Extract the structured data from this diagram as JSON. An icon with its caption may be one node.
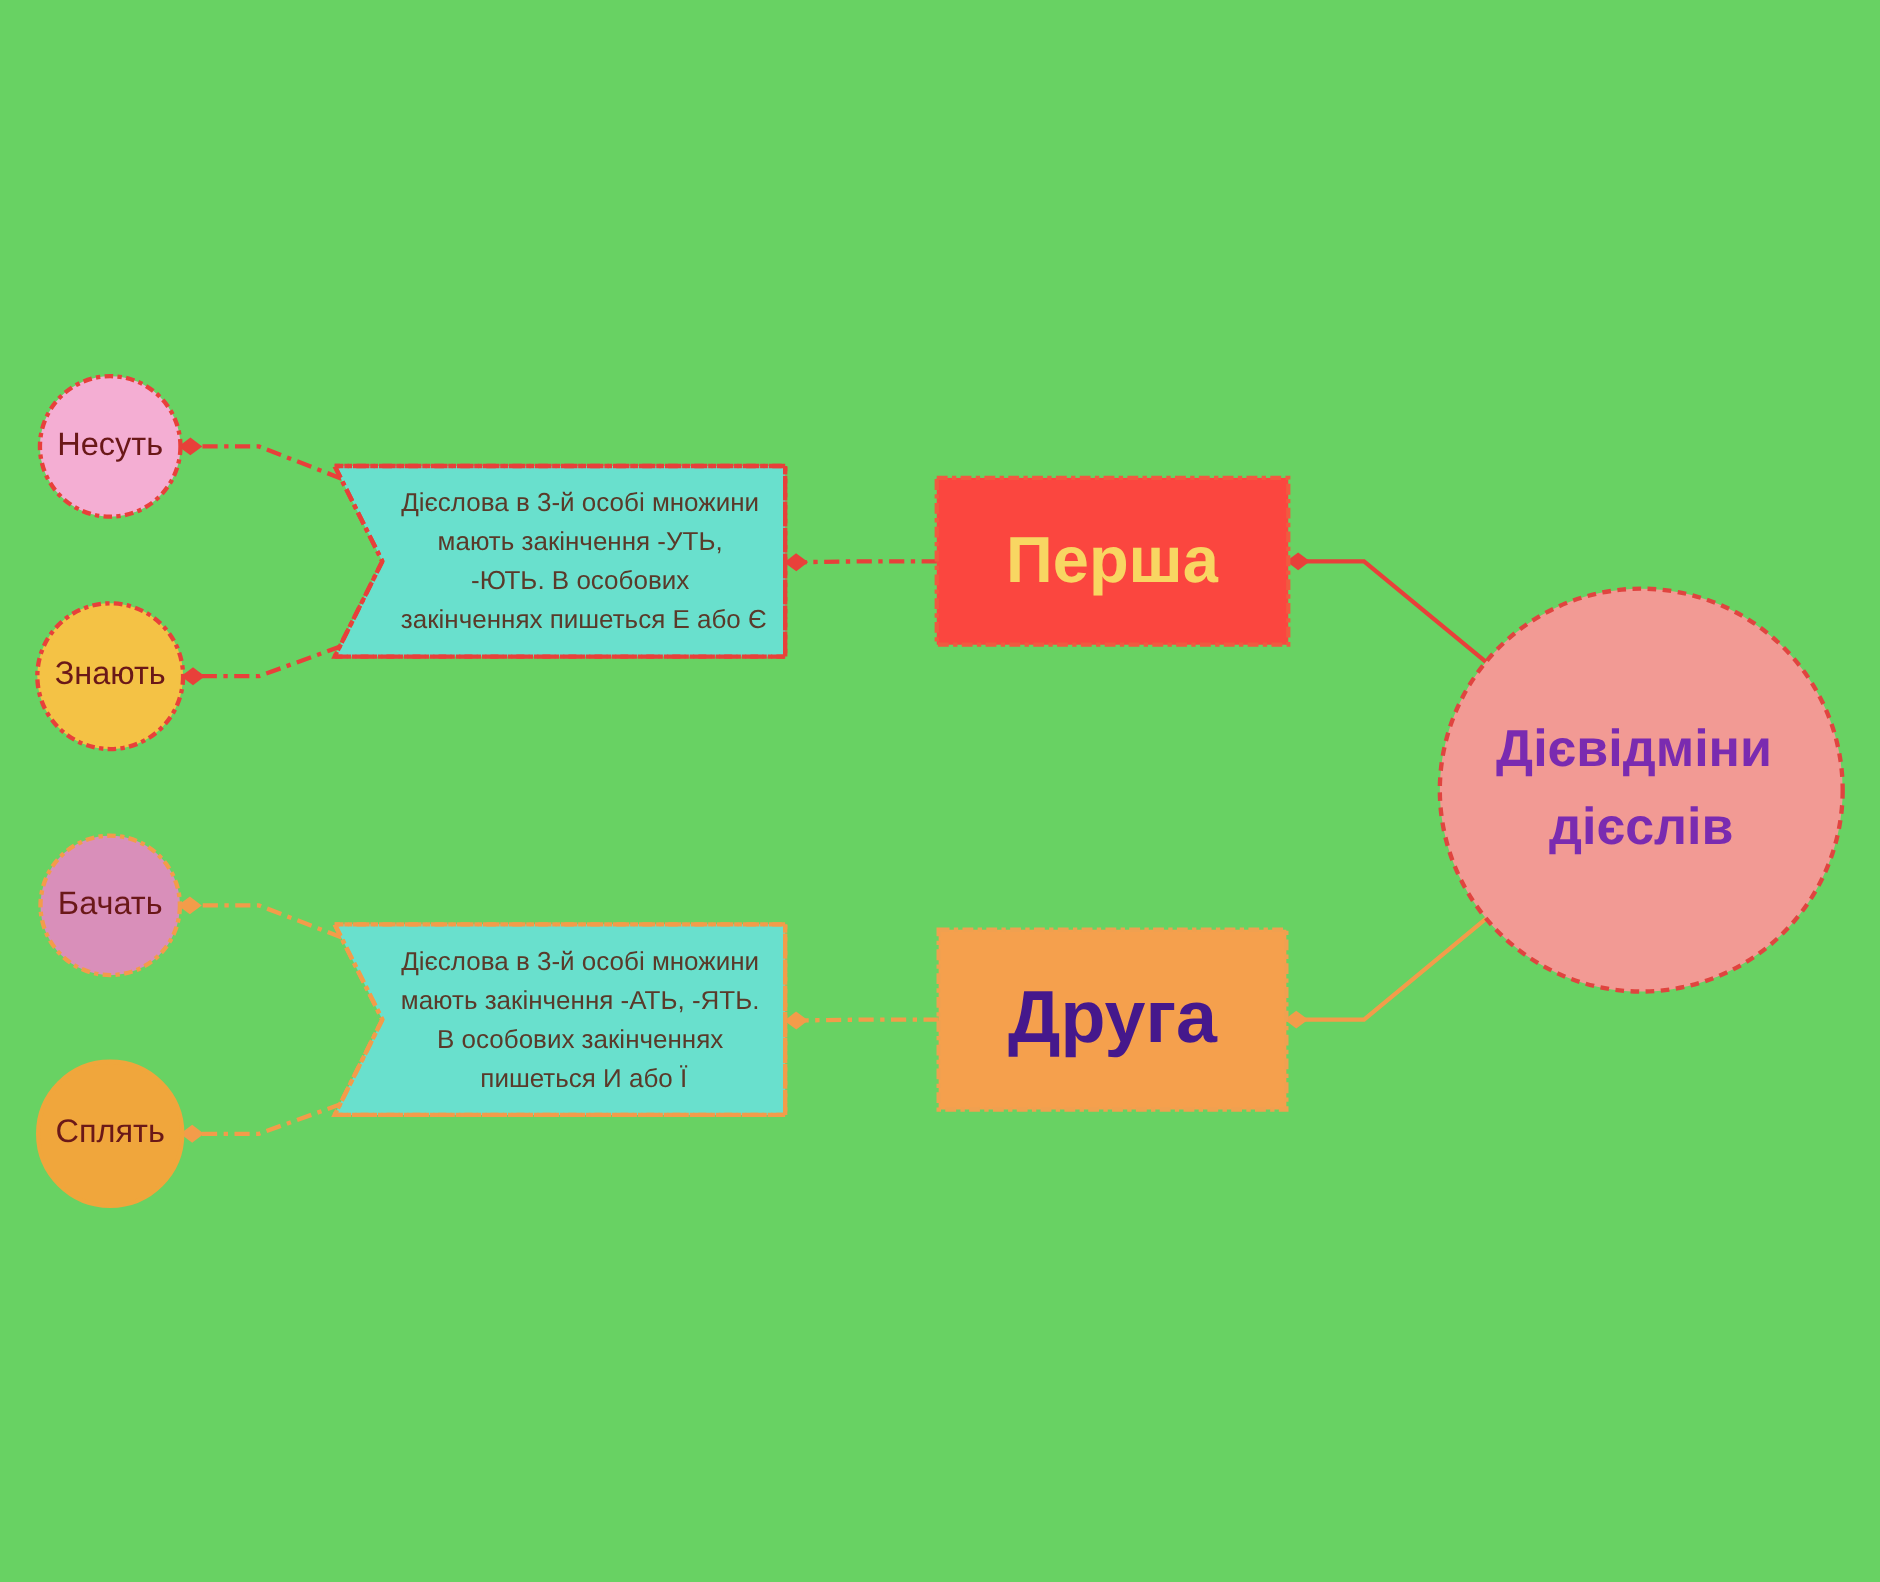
{
  "diagram": {
    "nodes": [
      {
        "text": [
          "Дієвідміни дієслів"
        ]
      },
      {
        "text": [
          "Перша"
        ]
      },
      {
        "text": [
          "Друга"
        ]
      },
      {
        "text": [
          "Дієслова в 3-й особі множини мають закінчення -УТЬ, -ЮТЬ. В особових закінченнях пишеться Е або Є"
        ]
      },
      {
        "text": [
          "Несуть"
        ]
      },
      {
        "text": [
          "Знають"
        ]
      },
      {
        "text": [
          "Дієслова в 3-й особі множини мають закінчення -АТЬ, -ЯТЬ. В особових закінченнях пишеться И або Ї"
        ]
      },
      {
        "text": [
          "Бачать"
        ]
      },
      {
        "text": [
          "Сплять"
        ]
      }
    ],
    "edges": [
      {
        "from": 0,
        "to": 1,
        "arrow": "other",
        "color": "#e8403a"
      },
      {
        "from": 1,
        "to": 3,
        "arrow": "other",
        "style": "dashed",
        "color": "#e8403a"
      },
      {
        "from": 3,
        "to": 4,
        "arrow": "other",
        "style": "dashed",
        "color": "#e8403a"
      },
      {
        "from": 3,
        "to": 5,
        "arrow": "other",
        "style": "dashed",
        "color": "#e8403a"
      },
      {
        "from": 0,
        "to": 2,
        "arrow": "other",
        "color": "#f39c4a"
      },
      {
        "from": 2,
        "to": 6,
        "arrow": "other",
        "style": "dashed",
        "color": "#f39c4a"
      },
      {
        "from": 6,
        "to": 7,
        "arrow": "other",
        "style": "dashed",
        "color": "#f39c4a"
      },
      {
        "from": 6,
        "to": 8,
        "arrow": "other",
        "style": "dashed",
        "color": "#f39c4a"
      }
    ]
  }
}
